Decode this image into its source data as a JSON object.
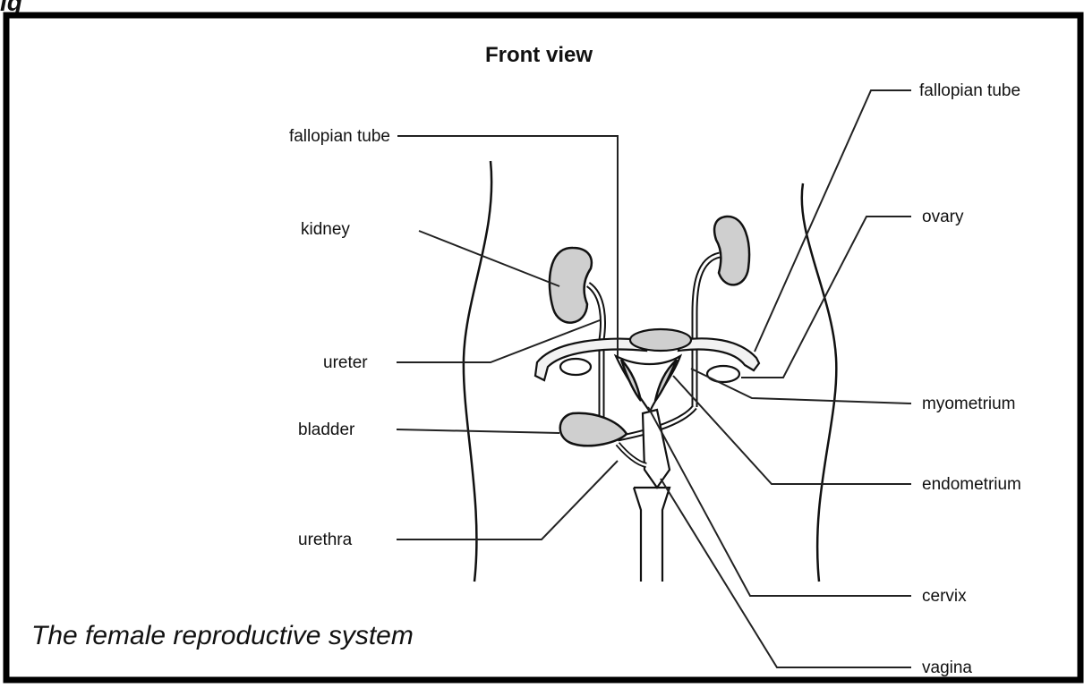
{
  "header_text": "ig",
  "title": "Front view",
  "caption": "The female reproductive system",
  "labels": {
    "fallopian_tube_left": "fallopian tube",
    "fallopian_tube_right": "fallopian tube",
    "kidney": "kidney",
    "ureter": "ureter",
    "bladder": "bladder",
    "urethra": "urethra",
    "ovary": "ovary",
    "myometrium": "myometrium",
    "endometrium": "endometrium",
    "cervix": "cervix",
    "vagina": "vagina"
  }
}
